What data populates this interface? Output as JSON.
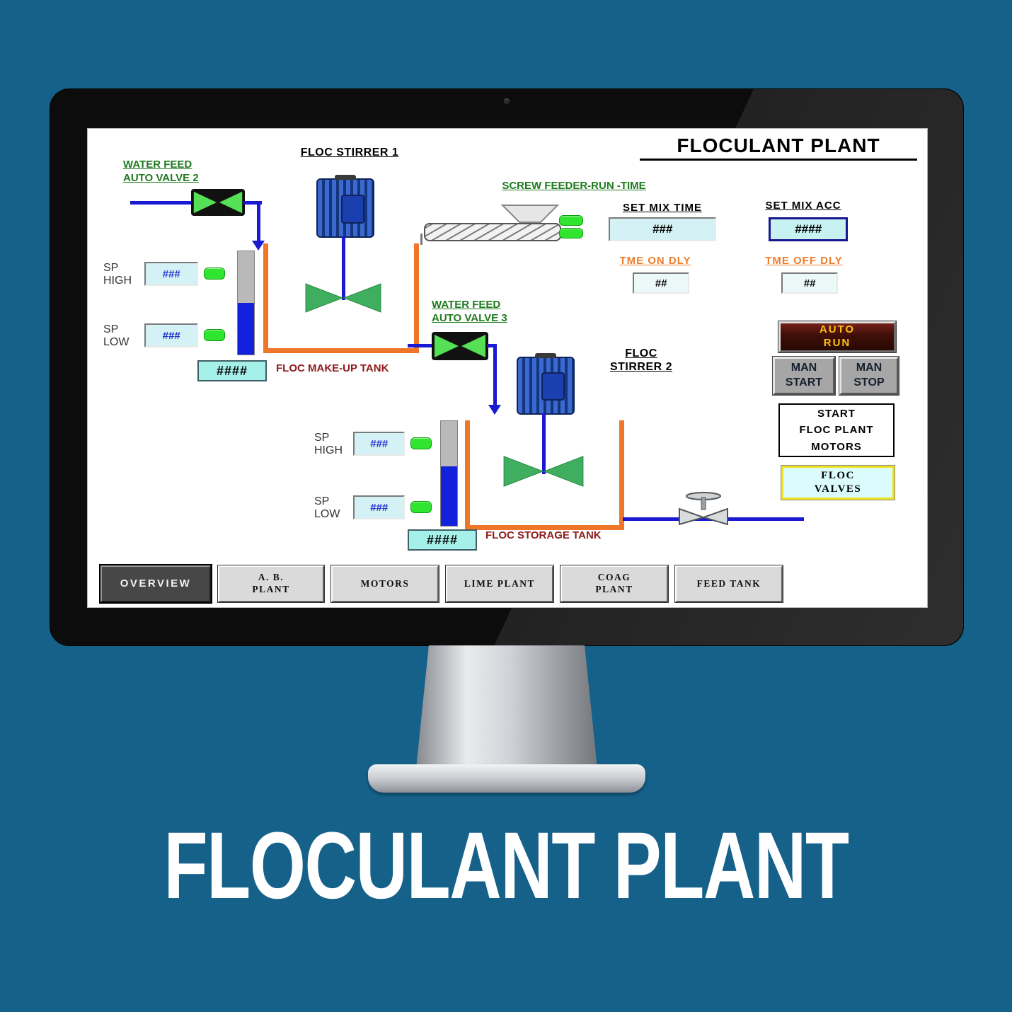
{
  "caption": "FLOCULANT PLANT",
  "screen": {
    "title": "FLOCULANT PLANT",
    "labels": {
      "water_feed_valve_2": "WATER FEED\nAUTO VALVE 2",
      "floc_stirrer_1": "FLOC STIRRER 1",
      "screw_feeder_run_time": "SCREW FEEDER-RUN -TIME",
      "water_feed_valve_3": "WATER FEED\nAUTO VALVE 3",
      "floc_stirrer_2": "FLOC\nSTIRRER 2",
      "floc_makeup_tank": "FLOC MAKE-UP TANK",
      "floc_storage_tank": "FLOC STORAGE TANK",
      "sp_high": "SP\nHIGH",
      "sp_low": "SP\nLOW",
      "set_mix_time": "SET MIX TIME",
      "set_mix_acc": "SET MIX ACC",
      "tme_on_dly": "TME ON DLY",
      "tme_off_dly": "TME OFF DLY"
    },
    "values": {
      "tank1_sp_high": "###",
      "tank1_sp_low": "###",
      "tank1_level": "####",
      "tank2_sp_high": "###",
      "tank2_sp_low": "###",
      "tank2_level": "####",
      "set_mix_time": "###",
      "set_mix_acc": "####",
      "tme_on_dly": "##",
      "tme_off_dly": "##"
    },
    "buttons": {
      "auto_run": "AUTO\nRUN",
      "man_start": "MAN\nSTART",
      "man_stop": "MAN\nSTOP",
      "start_floc_plant_motors": "START\nFLOC PLANT\nMOTORS",
      "floc_valves": "FLOC\nVALVES"
    },
    "nav": [
      {
        "label": "OVERVIEW"
      },
      {
        "label": "A. B.\nPLANT"
      },
      {
        "label": "MOTORS"
      },
      {
        "label": "LIME PLANT"
      },
      {
        "label": "COAG\nPLANT"
      },
      {
        "label": "FEED TANK"
      }
    ],
    "colors": {
      "pipe": "#1a1ad2",
      "tank_outline": "#f0762a",
      "indicator_on": "#2fe52f",
      "label_green": "#1f7a1f",
      "label_orange": "#ef7d2e",
      "label_dark_red": "#8e1a1a",
      "auto_run_text": "#ffc012"
    }
  }
}
